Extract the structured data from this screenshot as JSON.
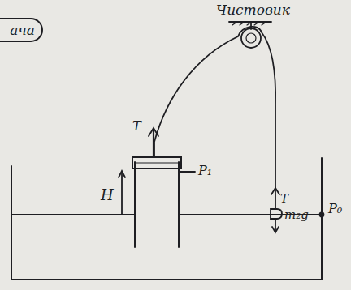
{
  "diagram": {
    "nodes": [
      {
        "text": [
          "ача"
        ]
      }
    ],
    "labels": [
      "Чистовик",
      "T",
      "T",
      "H",
      "P₁",
      "P₀",
      "m₂g"
    ]
  }
}
